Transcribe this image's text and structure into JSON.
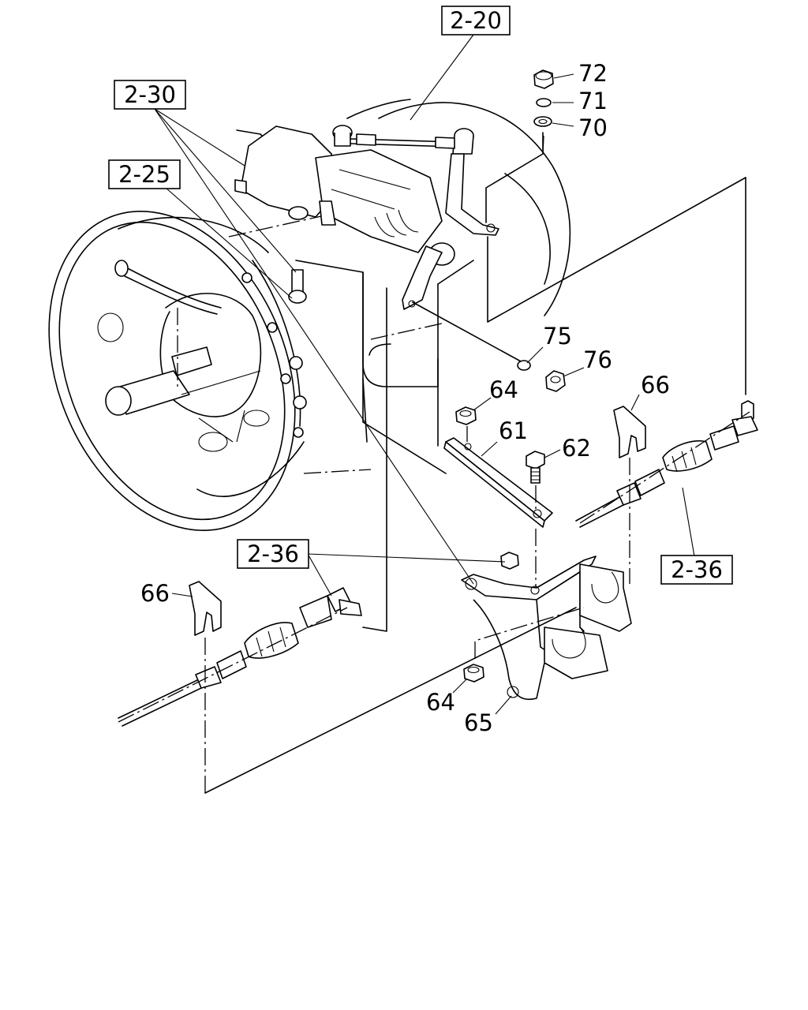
{
  "refs": {
    "r2_20": "2-20",
    "r2_30": "2-30",
    "r2_25": "2-25",
    "r2_36_left": "2-36",
    "r2_36_right": "2-36"
  },
  "parts": {
    "p72": "72",
    "p71": "71",
    "p70": "70",
    "p75": "75",
    "p76": "76",
    "p64_top": "64",
    "p66_right": "66",
    "p61": "61",
    "p62": "62",
    "p66_left": "66",
    "p64_bottom": "64",
    "p65": "65"
  }
}
